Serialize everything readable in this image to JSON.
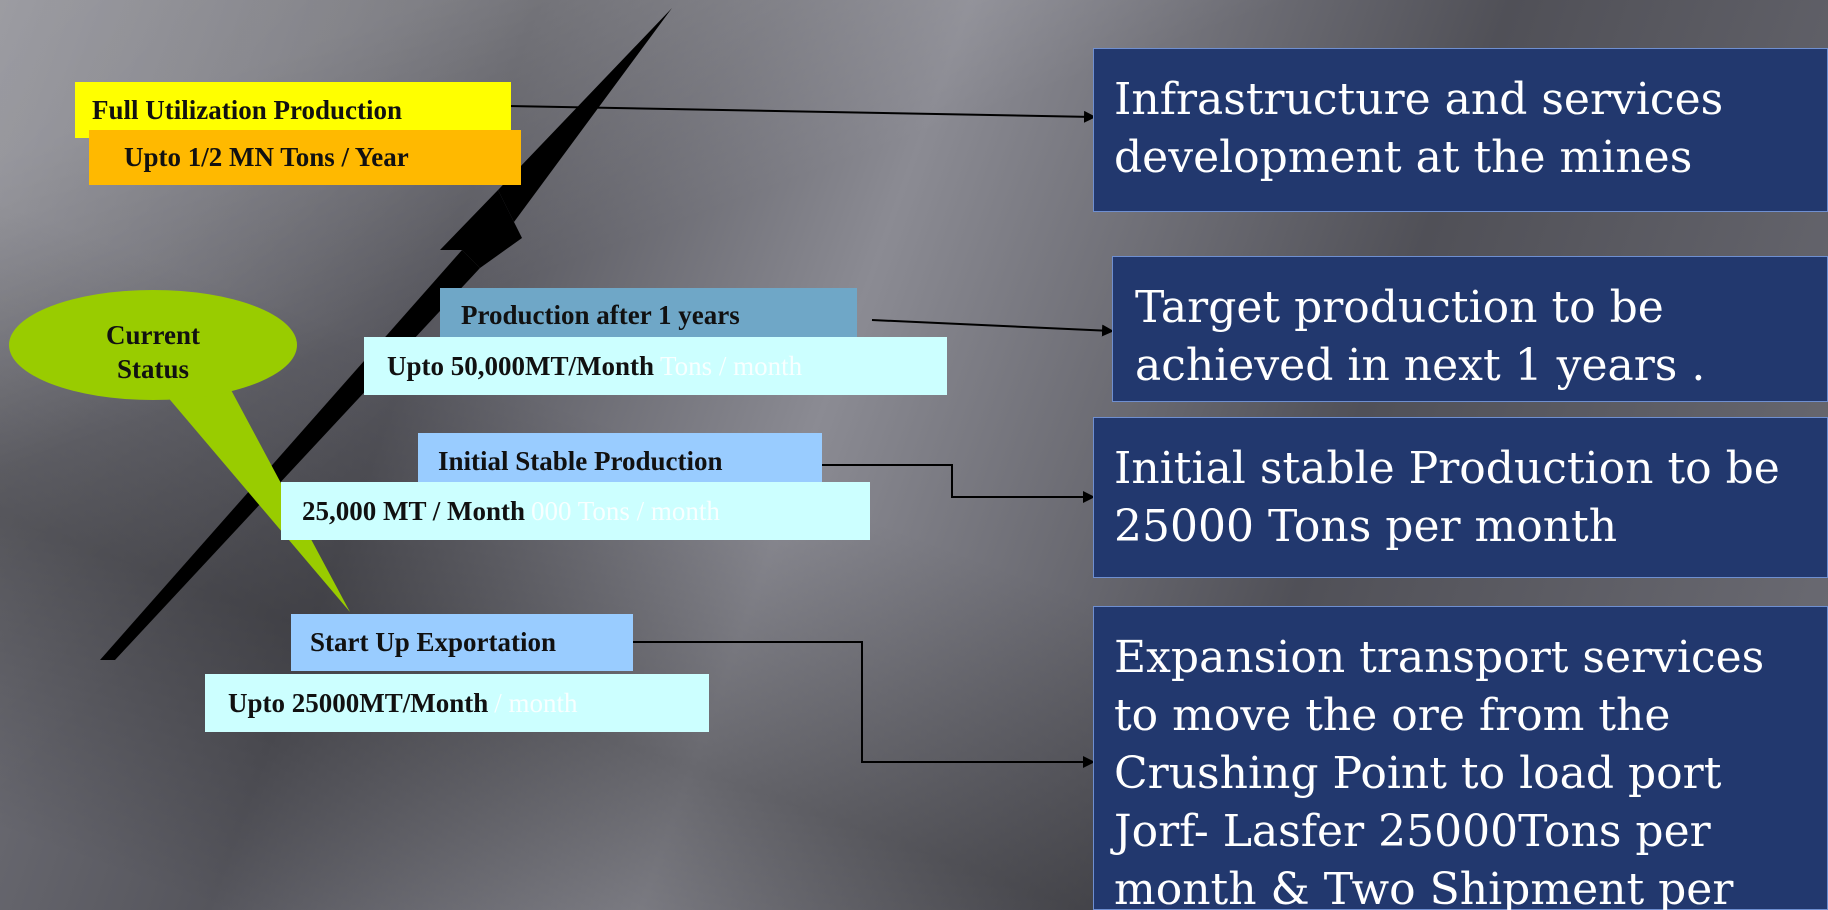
{
  "milestones": {
    "full_utilization": {
      "title": "Full Utilization Production",
      "capacity": "Upto 1/2 MN Tons / Year"
    },
    "after_one_year": {
      "title": "Production after 1 years",
      "capacity": "Upto 50,000MT/Month",
      "ghost": "Tons / month"
    },
    "initial_stable": {
      "title": "Initial Stable Production",
      "capacity": "25,000 MT / Month",
      "ghost": "000 Tons / month"
    },
    "start_up": {
      "title": "Start Up Exportation",
      "capacity": "Upto  25000MT/Month",
      "ghost": "/ month"
    }
  },
  "callout": {
    "line1": "Current",
    "line2": "Status"
  },
  "descriptions": {
    "infrastructure": "Infrastructure and services development at the mines",
    "target": "Target production to be achieved in next 1 years .",
    "initial": "Initial stable Production to be 25000 Tons per month",
    "expansion": "Expansion transport services to move the ore from the Crushing Point to load port  Jorf- Lasfer 25000Tons per month & Two Shipment per Annam."
  },
  "colors": {
    "background": "#6b6b72",
    "yellow_label": "#ffff00",
    "orange_label": "#ffb900",
    "teal_label": "#6fa7c7",
    "light_blue_label": "#99ccff",
    "cyan_label": "#ccffff",
    "callout_green": "#99cc00",
    "desc_box": "#22386e"
  }
}
